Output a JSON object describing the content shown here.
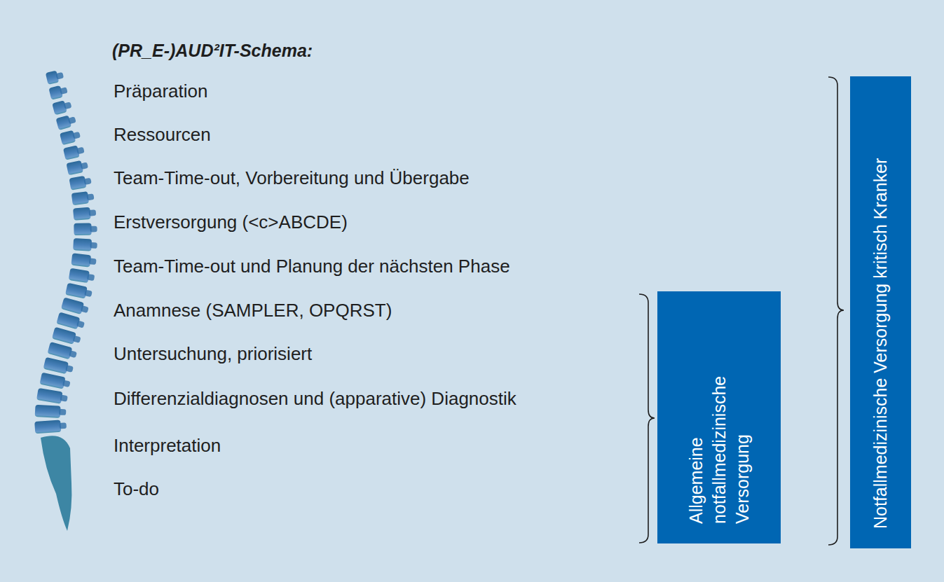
{
  "diagram": {
    "title": "(PR_E-)AUD²IT-Schema:",
    "nodes": [
      {
        "text": [
          "Allgemeine notfallmedizinische Versorgung"
        ]
      },
      {
        "text": [
          "Notfallmedizinische Versorgung kritisch Kranker"
        ]
      }
    ],
    "labels": [
      "Präparation",
      "Ressourcen",
      "Team-Time-out, Vorbereitung und Übergabe",
      "Erstversorgung (<c>ABCDE)",
      "Team-Time-out und Planung der nächsten Phase",
      "Anamnese (SAMPLER, OPQRST)",
      "Untersuchung, priorisiert",
      "Differenzialdiagnosen und (apparative) Diagnostik",
      "Interpretation",
      "To-do"
    ]
  }
}
